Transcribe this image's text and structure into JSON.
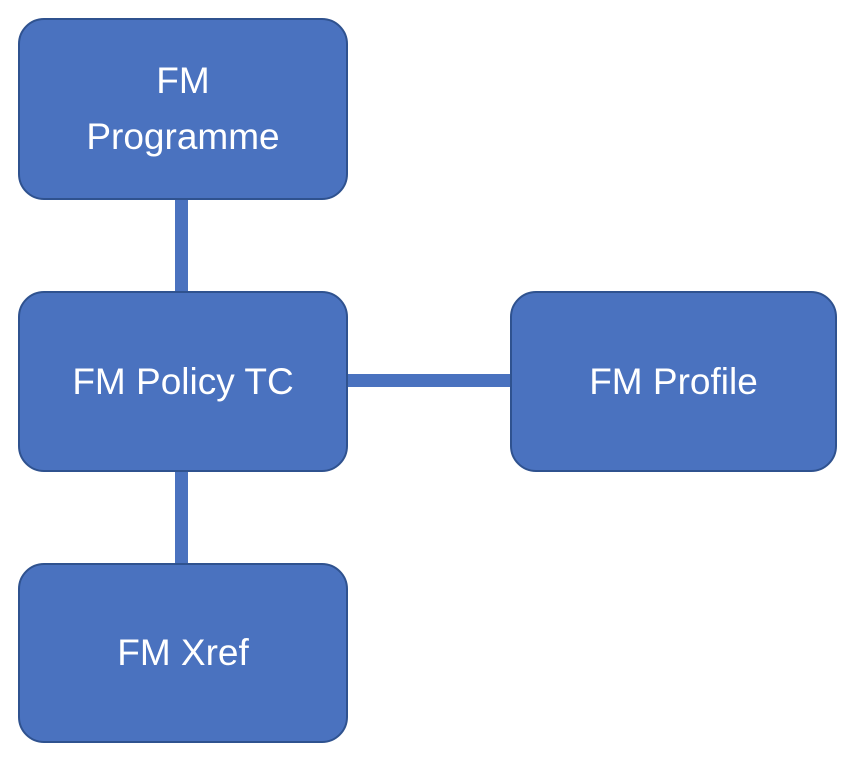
{
  "colors": {
    "node_fill": "#4a72bf",
    "node_border": "#2f528f",
    "connector": "#4a72bf",
    "text": "#ffffff",
    "background": "#ffffff"
  },
  "nodes": {
    "programme": {
      "label": "FM\nProgramme"
    },
    "policy": {
      "label": "FM Policy TC"
    },
    "profile": {
      "label": "FM Profile"
    },
    "xref": {
      "label": "FM Xref"
    }
  },
  "edges": [
    {
      "from": "programme",
      "to": "policy"
    },
    {
      "from": "policy",
      "to": "profile"
    },
    {
      "from": "policy",
      "to": "xref"
    }
  ]
}
